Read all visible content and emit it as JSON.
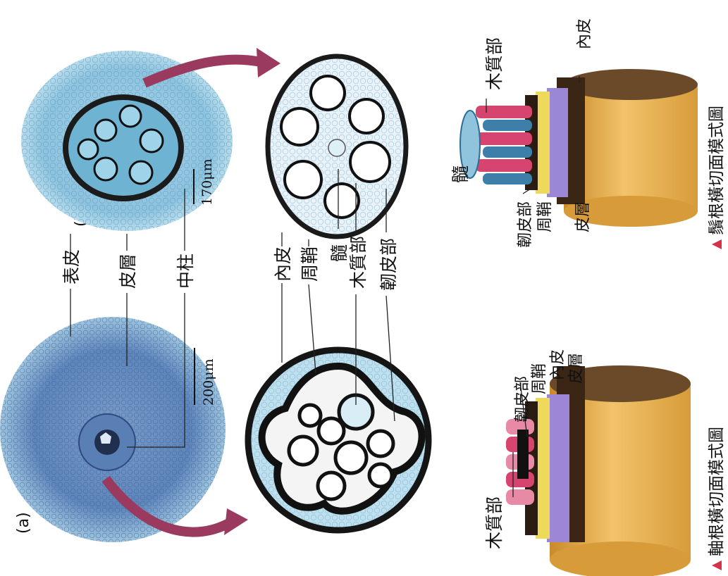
{
  "panel_a": {
    "letter": "(a)",
    "scale_bar": "200μm",
    "labels": [
      "木質部",
      "韌皮部",
      "周鞘",
      "內皮",
      "皮層"
    ],
    "caption": "軸根橫切面模式圖"
  },
  "panel_b": {
    "letter": "(b)",
    "scale_bar": "170μm",
    "labels": [
      "髓",
      "木質部",
      "韌皮部",
      "周鞘",
      "內皮",
      "皮層"
    ],
    "caption": "鬚根橫切面模式圖"
  },
  "middle_labels": {
    "outer": [
      "表皮",
      "皮層",
      "中柱"
    ],
    "inner": [
      "內皮",
      "周鞘",
      "髓",
      "木質部",
      "韌皮部"
    ]
  },
  "colors": {
    "cortex_fill": "#e8b657",
    "endodermis": "#9c86d6",
    "pericycle": "#efd95a",
    "xylem": "#d6456f",
    "pith": "#4f9bc0",
    "arrow": "#9a3a5e",
    "section_blue": "#8cc6e0"
  }
}
